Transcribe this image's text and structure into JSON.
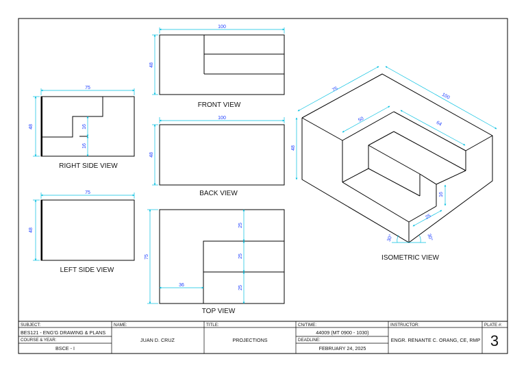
{
  "views": {
    "front": {
      "title": "FRONT VIEW",
      "dim_width": "100",
      "dim_height": "48"
    },
    "back": {
      "title": "BACK VIEW",
      "dim_width": "100",
      "dim_height": "48"
    },
    "right_side": {
      "title": "RIGHT SIDE VIEW",
      "dim_width": "75",
      "dim_height": "48",
      "dim_step_upper": "16",
      "dim_step_lower": "16"
    },
    "left_side": {
      "title": "LEFT SIDE VIEW",
      "dim_width": "75",
      "dim_height": "48"
    },
    "top": {
      "title": "TOP VIEW",
      "dim_depth": "75",
      "dim_x": "36",
      "dim_row1": "25",
      "dim_row2": "25",
      "dim_row3": "25"
    },
    "isometric": {
      "title": "ISOMETRIC VIEW",
      "dim_depth": "75",
      "dim_length": "100",
      "dim_height": "48",
      "dim_inner_depth": "50",
      "dim_inner_length": "64",
      "dim_step_height": "16",
      "dim_step_depth": "25",
      "angle_left": "30°",
      "angle_right": "30°"
    }
  },
  "title_block": {
    "subject_label": "SUBJECT:",
    "subject_value": "BES121 - ENG'G DRAWING & PLANS",
    "course_label": "COURSE & YEAR:",
    "course_value": "BSCE - I",
    "name_label": "NAME:",
    "name_value": "JUAN D. CRUZ",
    "title_label": "TITLE:",
    "title_value": "PROJECTIONS",
    "cn_label": "CN/TIME:",
    "cn_value": "44009 (MT 0900 - 1030)",
    "deadline_label": "DEADLINE:",
    "deadline_value": "FEBRUARY 24, 2025",
    "instructor_label": "INSTRUCTOR:",
    "instructor_value": "ENGR. RENANTE C. ORANG, CE, RMP",
    "plate_label": "PLATE #:",
    "plate_value": "3"
  }
}
